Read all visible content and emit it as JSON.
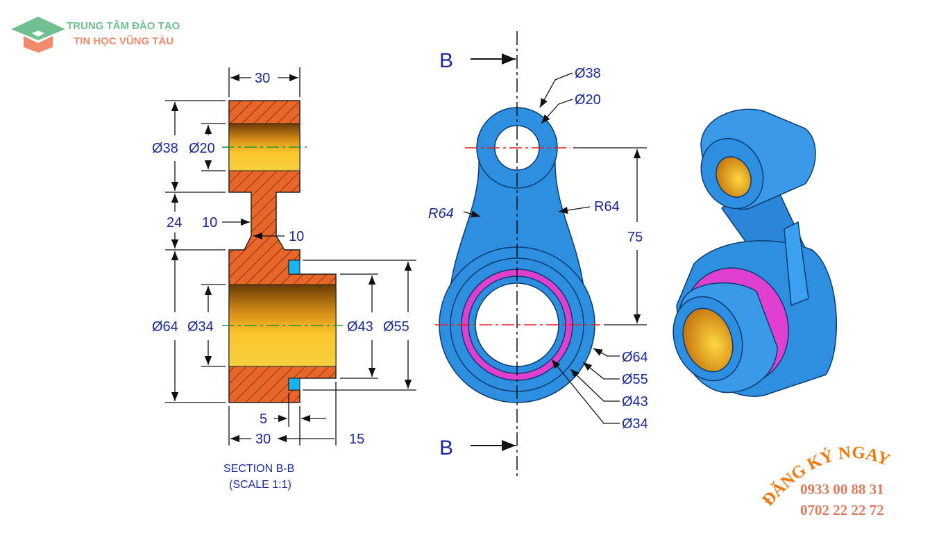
{
  "logo": {
    "line1": "TRUNG TÂM ĐÀO TẠO",
    "line2": "TIN HỌC VŨNG TÀU"
  },
  "section_view": {
    "dims": {
      "top_width": "30",
      "d38": "Ø38",
      "d20": "Ø20",
      "gap24": "24",
      "web10a": "10",
      "web10b": "10",
      "d64": "Ø64",
      "d34": "Ø34",
      "d43": "Ø43",
      "d55": "Ø55",
      "five": "5",
      "bottom30": "30",
      "fifteen": "15"
    },
    "caption_line1": "SECTION B-B",
    "caption_line2": "(SCALE 1:1)"
  },
  "front_view": {
    "section_mark_top": "B",
    "section_mark_bottom": "B",
    "dims": {
      "d38": "Ø38",
      "d20": "Ø20",
      "r64_left": "R64",
      "r64_right": "R64",
      "center75": "75",
      "d64": "Ø64",
      "d55": "Ø55",
      "d43": "Ø43",
      "d34": "Ø34"
    }
  },
  "promo": {
    "title": "ĐĂNG KÝ NGAY",
    "phone1": "0933 00 88 31",
    "phone2": "0702 22 22 72"
  },
  "colors": {
    "blue": "#2e8fe0",
    "magenta": "#e040d0",
    "hatch": "#e8662a",
    "gold": "#f2b21c",
    "dim": "#1a2a9a"
  }
}
